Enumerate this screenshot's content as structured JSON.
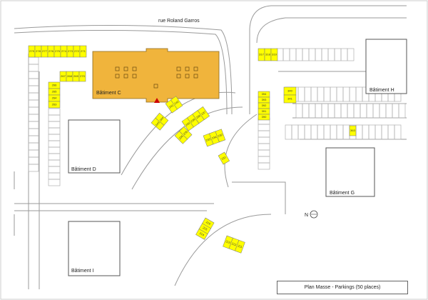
{
  "street": "rue Roland Garros",
  "title": "Plan Masse - Parkings (50 places)",
  "compass": "N",
  "buildings": {
    "C": "Bâtiment C",
    "D": "Bâtiment D",
    "G": "Bâtiment G",
    "H": "Bâtiment H",
    "I": "Bâtiment I"
  },
  "colors": {
    "reserved_spot": "#ffff00",
    "building_c": "#f0b43c",
    "entrance": "#cc0000"
  },
  "spots": {
    "row_top": [
      "279",
      "278",
      "277",
      "276",
      "275",
      "274",
      "273",
      "272",
      "271"
    ],
    "row_mid": [
      "267",
      "268",
      "269",
      "270"
    ],
    "col_left": [
      "266",
      "265",
      "264",
      "263"
    ],
    "curve_a": [
      "241",
      "242"
    ],
    "curve_b": [
      "243",
      "244"
    ],
    "curve_c": [
      "240",
      "239",
      "238",
      "237"
    ],
    "curve_d": [
      "236",
      "235"
    ],
    "curve_e": [
      "233",
      "234",
      "232"
    ],
    "curve_f": [
      "231"
    ],
    "south_a": [
      "216",
      "215",
      "214"
    ],
    "south_b": [
      "213",
      "212",
      "211"
    ],
    "east_top": [
      "317",
      "318",
      "319"
    ],
    "east_col": [
      "394",
      "393",
      "392",
      "391",
      "390"
    ],
    "east_pair": [
      "340",
      "341"
    ],
    "east_single": [
      "363"
    ]
  }
}
